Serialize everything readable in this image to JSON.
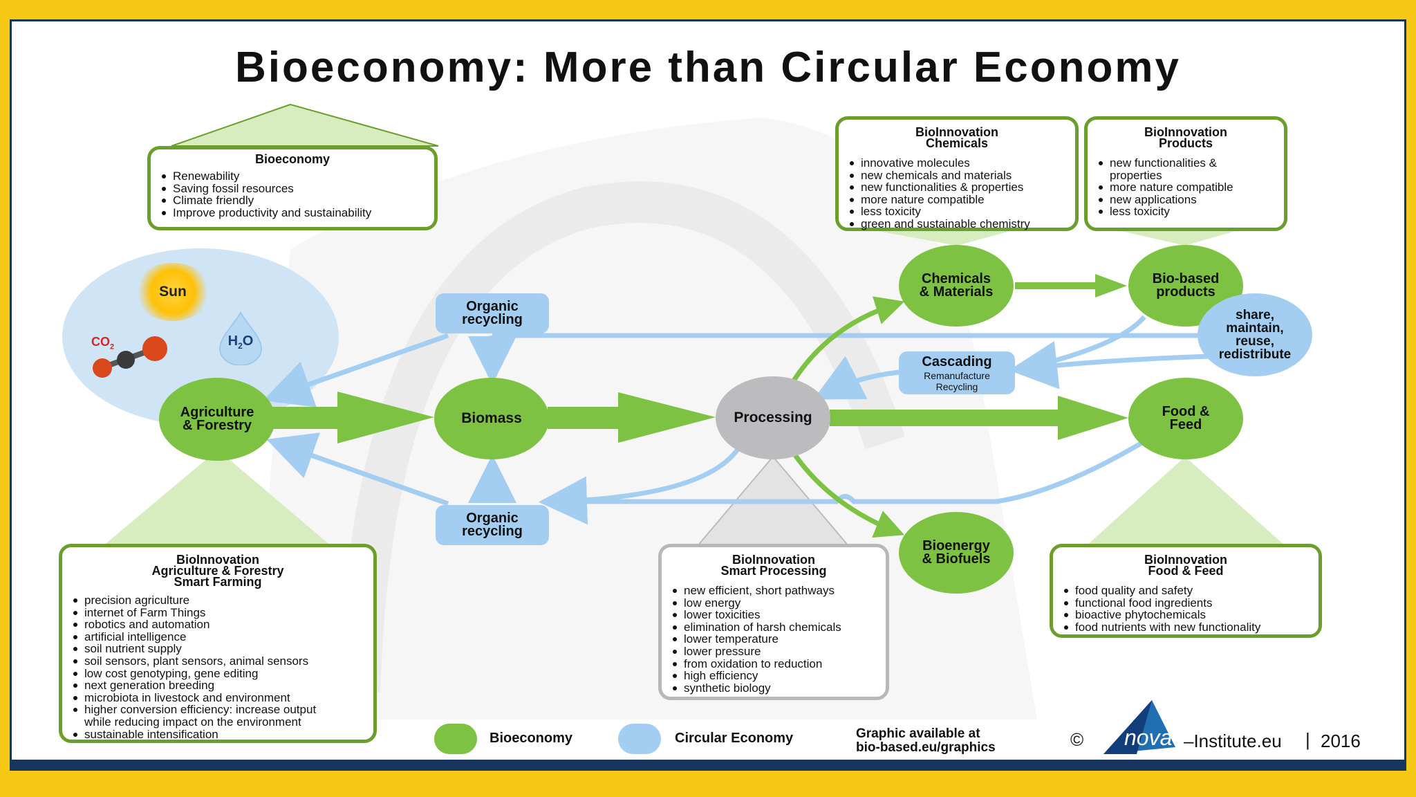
{
  "title": "Bioeconomy: More than Circular Economy",
  "boxes": {
    "bioeconomy": {
      "title": "Bioeconomy",
      "items": [
        "Renewability",
        "Saving fossil resources",
        "Climate friendly",
        "Improve productivity and sustainability"
      ]
    },
    "bi_chemicals": {
      "title_lines": [
        "BioInnovation",
        "Chemicals"
      ],
      "items": [
        "innovative molecules",
        "new chemicals and materials",
        "new functionalities & properties",
        "more nature compatible",
        "less toxicity",
        "green and sustainable chemistry"
      ]
    },
    "bi_products": {
      "title_lines": [
        "BioInnovation",
        "Products"
      ],
      "items": [
        "new functionalities &",
        "properties",
        "more nature compatible",
        "new applications",
        "less toxicity"
      ]
    },
    "bi_agri": {
      "title_lines": [
        "BioInnovation",
        "Agriculture & Forestry",
        "Smart Farming"
      ],
      "items": [
        "precision agriculture",
        "internet of Farm Things",
        "robotics and automation",
        "artificial intelligence",
        "soil nutrient supply",
        "soil sensors, plant sensors, animal sensors",
        "low cost genotyping, gene editing",
        "next generation breeding",
        "microbiota in livestock and environment",
        "higher conversion efficiency: increase output",
        "while reducing impact on the environment",
        "sustainable intensification"
      ]
    },
    "bi_processing": {
      "title_lines": [
        "BioInnovation",
        "Smart Processing"
      ],
      "items": [
        "new efficient, short pathways",
        "low energy",
        "lower toxicities",
        "elimination of harsh chemicals",
        "lower temperature",
        "lower pressure",
        "from oxidation to reduction",
        "high efficiency",
        "synthetic biology"
      ]
    },
    "bi_food": {
      "title_lines": [
        "BioInnovation",
        "Food & Feed"
      ],
      "items": [
        "food quality and safety",
        "functional food ingredients",
        "bioactive phytochemicals",
        "food nutrients with new functionality"
      ]
    }
  },
  "nodes": {
    "sun": "Sun",
    "co2": "CO",
    "co2_sub": "2",
    "h2o_h": "H",
    "h2o_sub": "2",
    "h2o_o": "O",
    "agri": [
      "Agriculture",
      "& Forestry"
    ],
    "biomass": "Biomass",
    "processing": "Processing",
    "chemicals": [
      "Chemicals",
      "& Materials"
    ],
    "biobased": [
      "Bio-based",
      "products"
    ],
    "share": [
      "share,",
      "maintain,",
      "reuse,",
      "redistribute"
    ],
    "food": [
      "Food &",
      "Feed"
    ],
    "bioenergy": [
      "Bioenergy",
      "& Biofuels"
    ],
    "organic_top": [
      "Organic",
      "recycling"
    ],
    "organic_bottom": [
      "Organic",
      "recycling"
    ],
    "cascading": {
      "title": "Cascading",
      "sub1": "Remanufacture",
      "sub2": "Recycling"
    }
  },
  "legend": {
    "bioeconomy": "Bioeconomy",
    "circular": "Circular Economy",
    "graphic_line1": "Graphic available at",
    "graphic_line2": "bio-based.eu/graphics"
  },
  "footer": {
    "copyright": "©",
    "logo_text": "nova",
    "institute": "–Institute.eu",
    "separator": "|",
    "year": "2016"
  },
  "colors": {
    "green": "#7dc242",
    "dark_green": "#6b9e2c",
    "light_green": "#d7ecbf",
    "blue": "#a3cef1",
    "grey": "#bcbcbe",
    "navy": "#16355f",
    "gold": "#f5c816"
  }
}
